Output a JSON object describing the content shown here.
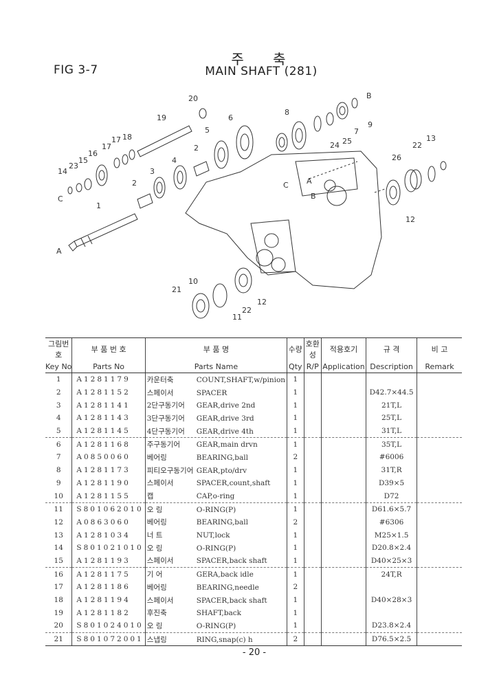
{
  "header": {
    "fig_label": "FIG 3-7",
    "title_kr": "주 축",
    "title_en": "MAIN SHAFT (281)"
  },
  "diagram_labels": [
    "20",
    "19",
    "6",
    "8",
    "B",
    "5",
    "7",
    "9",
    "24",
    "25",
    "18",
    "17",
    "17",
    "16",
    "15",
    "23",
    "14",
    "2",
    "3",
    "4",
    "13",
    "22",
    "26",
    "C",
    "A",
    "C",
    "B",
    "2",
    "1",
    "12",
    "A",
    "10",
    "21",
    "12",
    "11",
    "22"
  ],
  "table": {
    "headers": [
      {
        "kr": "그림번호",
        "en": "Key No"
      },
      {
        "kr": "부 품 번 호",
        "en": "Parts No"
      },
      {
        "kr": "부 품 명",
        "en": "Parts Name"
      },
      {
        "kr": "수량",
        "en": "Qty"
      },
      {
        "kr": "호환성",
        "en": "R/P"
      },
      {
        "kr": "적용호기",
        "en": "Application"
      },
      {
        "kr": "규 격",
        "en": "Description"
      },
      {
        "kr": "비 고",
        "en": "Remark"
      }
    ],
    "rows": [
      {
        "key": "1",
        "part_no": "A1281179",
        "name_kr": "카운터축",
        "name_en": "COUNT,SHAFT,w/pinion",
        "qty": "1",
        "rp": "",
        "application": "",
        "description": "",
        "remark": ""
      },
      {
        "key": "2",
        "part_no": "A1281152",
        "name_kr": "스페이서",
        "name_en": "SPACER",
        "qty": "1",
        "rp": "",
        "application": "",
        "description": "D42.7×44.5",
        "remark": ""
      },
      {
        "key": "3",
        "part_no": "A1281141",
        "name_kr": "2단구동기어",
        "name_en": "GEAR,drive 2nd",
        "qty": "1",
        "rp": "",
        "application": "",
        "description": "21T,L",
        "remark": ""
      },
      {
        "key": "4",
        "part_no": "A1281143",
        "name_kr": "3단구동기어",
        "name_en": "GEAR,drive 3rd",
        "qty": "1",
        "rp": "",
        "application": "",
        "description": "25T,L",
        "remark": ""
      },
      {
        "key": "5",
        "part_no": "A1281145",
        "name_kr": "4단구동기어",
        "name_en": "GEAR,drive 4th",
        "qty": "1",
        "rp": "",
        "application": "",
        "description": "31T,L",
        "remark": ""
      },
      {
        "key": "6",
        "part_no": "A1281168",
        "name_kr": "주구동기어",
        "name_en": "GEAR,main drvn",
        "qty": "1",
        "rp": "",
        "application": "",
        "description": "35T,L",
        "remark": ""
      },
      {
        "key": "7",
        "part_no": "A0850060",
        "name_kr": "베어링",
        "name_en": "BEARING,ball",
        "qty": "2",
        "rp": "",
        "application": "",
        "description": "#6006",
        "remark": ""
      },
      {
        "key": "8",
        "part_no": "A1281173",
        "name_kr": "피티오구동기어",
        "name_en": "GEAR,pto/drv",
        "qty": "1",
        "rp": "",
        "application": "",
        "description": "31T,R",
        "remark": ""
      },
      {
        "key": "9",
        "part_no": "A1281190",
        "name_kr": "스페이서",
        "name_en": "SPACER,count,shaft",
        "qty": "1",
        "rp": "",
        "application": "",
        "description": "D39×5",
        "remark": ""
      },
      {
        "key": "10",
        "part_no": "A1281155",
        "name_kr": "캡",
        "name_en": "CAP,o-ring",
        "qty": "1",
        "rp": "",
        "application": "",
        "description": "D72",
        "remark": ""
      },
      {
        "key": "11",
        "part_no": "S801062010",
        "name_kr": "오 링",
        "name_en": "O-RING(P)",
        "qty": "1",
        "rp": "",
        "application": "",
        "description": "D61.6×5.7",
        "remark": ""
      },
      {
        "key": "12",
        "part_no": "A0863060",
        "name_kr": "베어링",
        "name_en": "BEARING,ball",
        "qty": "2",
        "rp": "",
        "application": "",
        "description": "#6306",
        "remark": ""
      },
      {
        "key": "13",
        "part_no": "A1281034",
        "name_kr": "너 트",
        "name_en": "NUT,lock",
        "qty": "1",
        "rp": "",
        "application": "",
        "description": "M25×1.5",
        "remark": ""
      },
      {
        "key": "14",
        "part_no": "S801021010",
        "name_kr": "오 링",
        "name_en": "O-RING(P)",
        "qty": "1",
        "rp": "",
        "application": "",
        "description": "D20.8×2.4",
        "remark": ""
      },
      {
        "key": "15",
        "part_no": "A1281193",
        "name_kr": "스페이서",
        "name_en": "SPACER,back shaft",
        "qty": "1",
        "rp": "",
        "application": "",
        "description": "D40×25×3",
        "remark": ""
      },
      {
        "key": "16",
        "part_no": "A1281175",
        "name_kr": "기 어",
        "name_en": "GERA,back idle",
        "qty": "1",
        "rp": "",
        "application": "",
        "description": "24T,R",
        "remark": ""
      },
      {
        "key": "17",
        "part_no": "A1281186",
        "name_kr": "베어링",
        "name_en": "BEARING,needle",
        "qty": "2",
        "rp": "",
        "application": "",
        "description": "",
        "remark": ""
      },
      {
        "key": "18",
        "part_no": "A1281194",
        "name_kr": "스페이서",
        "name_en": "SPACER,back shaft",
        "qty": "1",
        "rp": "",
        "application": "",
        "description": "D40×28×3",
        "remark": ""
      },
      {
        "key": "19",
        "part_no": "A1281182",
        "name_kr": "후진축",
        "name_en": "SHAFT,back",
        "qty": "1",
        "rp": "",
        "application": "",
        "description": "",
        "remark": ""
      },
      {
        "key": "20",
        "part_no": "S801024010",
        "name_kr": "오 링",
        "name_en": "O-RING(P)",
        "qty": "1",
        "rp": "",
        "application": "",
        "description": "D23.8×2.4",
        "remark": ""
      },
      {
        "key": "21",
        "part_no": "S801072001",
        "name_kr": "스냅링",
        "name_en": "RING,snap(c) h",
        "qty": "2",
        "rp": "",
        "application": "",
        "description": "D76.5×2.5",
        "remark": ""
      }
    ]
  },
  "footer": {
    "page_number": "- 20 -"
  }
}
